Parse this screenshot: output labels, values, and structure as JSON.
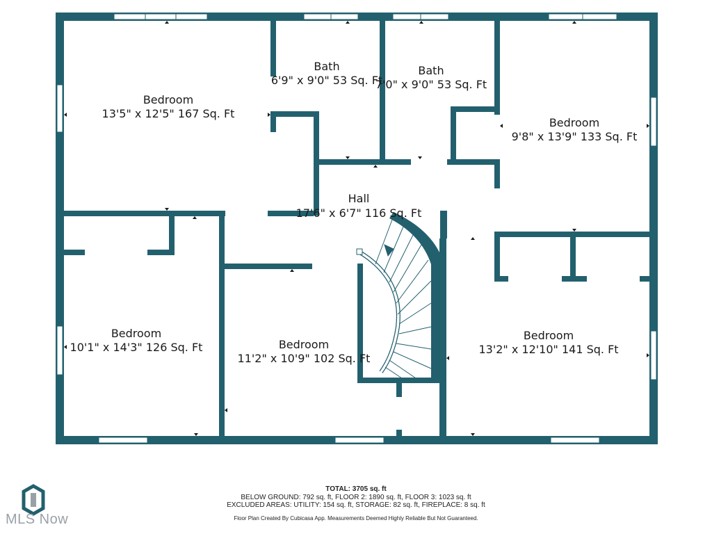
{
  "colors": {
    "wall": "#23606e",
    "window": "#ffffff",
    "text": "#1a1a1a",
    "logo": "#9aa1a6"
  },
  "rooms": [
    {
      "name": "Bedroom",
      "dims": "13'5\" x 12'5\" 167 Sq. Ft"
    },
    {
      "name": "Bath",
      "dims": "6'9\" x 9'0\" 53 Sq. Ft"
    },
    {
      "name": "Bath",
      "dims": "7'0\" x 9'0\" 53 Sq. Ft"
    },
    {
      "name": "Bedroom",
      "dims": "9'8\" x 13'9\" 133 Sq. Ft"
    },
    {
      "name": "Hall",
      "dims": "17'6\" x 6'7\" 116 Sq. Ft"
    },
    {
      "name": "Bedroom",
      "dims": "10'1\" x 14'3\" 126 Sq. Ft"
    },
    {
      "name": "Bedroom",
      "dims": "11'2\" x 10'9\" 102 Sq. Ft"
    },
    {
      "name": "Bedroom",
      "dims": "13'2\" x 12'10\" 141 Sq. Ft"
    }
  ],
  "footer": {
    "total": "TOTAL: 3705 sq. ft",
    "line1": "BELOW GROUND: 792 sq. ft, FLOOR 2: 1890 sq. ft, FLOOR 3: 1023 sq. ft",
    "line2": "EXCLUDED AREAS: UTILITY: 154 sq. ft, STORAGE: 82 sq. ft, FIREPLACE: 8 sq. ft",
    "credit": "Floor Plan Created By Cubicasa App. Measurements Deemed Highly Reliable But Not Guaranteed."
  },
  "logo": {
    "text": "MLS Now",
    "icon": "mls-now-logo-icon"
  }
}
